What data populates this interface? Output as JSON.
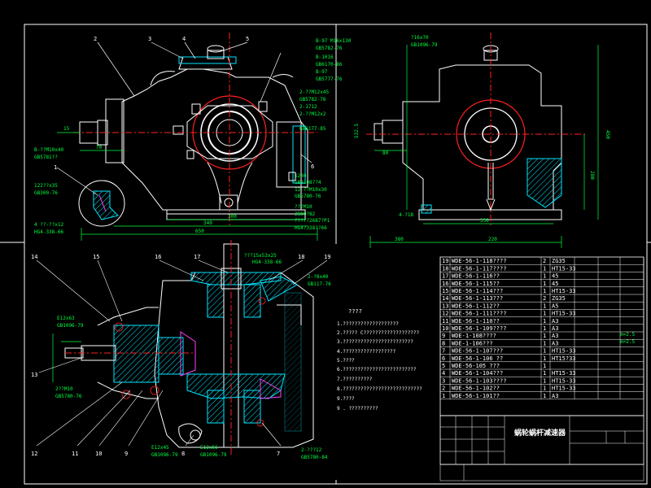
{
  "views": {
    "front": {
      "balloons": [
        "2",
        "3",
        "4",
        "5",
        "6",
        "1"
      ],
      "annotations_right": [
        "B-97 M16x130",
        "GB5782-76",
        "B-1016",
        "GB6170-86",
        "B-97",
        "GB5777-76",
        "2-??M12x45",
        "GB5782-76",
        "2-1712",
        "2-??M12x2",
        "GB6177-85"
      ],
      "annotations_lower": [
        "1230",
        "GB1108??4",
        "12-??M10x30",
        "GB5780-76",
        "???M10",
        "2800?82",
        "?????2687?P1",
        "HG4?338??66"
      ],
      "annotations_left": [
        "B-??M10x40",
        "GB5781??",
        "122??x35",
        "GB300-76",
        "4 ??-??x12",
        "HG4-338-66"
      ],
      "dims": {
        "d1": "70",
        "d2": "15",
        "d3": "300",
        "d4": "340",
        "d5": "650"
      }
    },
    "side": {
      "notes": [
        "?16x70",
        "GB1096-79"
      ],
      "dims": {
        "left": "532.5",
        "base": "80",
        "bolt": "4-?18",
        "w1": "330",
        "w2": "380",
        "w3": "220",
        "h1": "450",
        "h2": "280"
      }
    },
    "section": {
      "balloons_top": [
        "14",
        "15",
        "16",
        "17",
        "18",
        "19"
      ],
      "balloons_bottom": [
        "12",
        "11",
        "10",
        "9",
        "8",
        "7"
      ],
      "balloon_left": "13",
      "notes": [
        "???15x53x25",
        "HG4-338-66",
        "2-?8x40",
        "GB117-76",
        "E12x63",
        "GB1096-79",
        "2??M10",
        "GB5780-76",
        "E12x45",
        "GB1096-79",
        "E12x56",
        "GB1096-79",
        "2-???12",
        "GB5780-84"
      ]
    }
  },
  "requirements": {
    "title": "????",
    "items": [
      "1.???????????????????",
      "2.????? C???????????????????",
      "3.????????????????????????",
      "4.??????????????????",
      "5.????",
      "6.?????????????????????????",
      "7.??????????",
      "8.???????????????????????????",
      "9.????",
      "9 . ??????????"
    ]
  },
  "bom": {
    "rows": [
      {
        "no": "19",
        "code": "WDE-56-1-118????",
        "qty": "2",
        "mat": "ZG35"
      },
      {
        "no": "18",
        "code": "WDE-56-1-117????",
        "qty": "1",
        "mat": "HT15-33"
      },
      {
        "no": "17",
        "code": "WDE-56-1-116??",
        "qty": "1",
        "mat": "45"
      },
      {
        "no": "16",
        "code": "WDE-56-1-115??",
        "qty": "1",
        "mat": "45"
      },
      {
        "no": "15",
        "code": "WDE-56-1-114???",
        "qty": "1",
        "mat": "HT15-33"
      },
      {
        "no": "14",
        "code": "WDE-56-1-113???",
        "qty": "2",
        "mat": "ZG35"
      },
      {
        "no": "13",
        "code": "WDE-56-1-112??",
        "qty": "1",
        "mat": "A5"
      },
      {
        "no": "12",
        "code": "WDE-56-1-111????",
        "qty": "1",
        "mat": "HT15-33"
      },
      {
        "no": "11",
        "code": "WDE-56-1-110??",
        "qty": "1",
        "mat": "A3"
      },
      {
        "no": "10",
        "code": "WDE-56-1-109????",
        "qty": "1",
        "mat": "A3"
      },
      {
        "no": "9",
        "code": "WDE-1-108????",
        "qty": "1",
        "mat": "A3"
      },
      {
        "no": "8",
        "code": "WDE-1-106???",
        "qty": "1",
        "mat": "A3"
      },
      {
        "no": "7",
        "code": "WDE-56-1-107???",
        "qty": "1",
        "mat": "HT15-33"
      },
      {
        "no": "6",
        "code": "WDE-56-1-106 ??",
        "qty": "1",
        "mat": "HT15?33"
      },
      {
        "no": "5",
        "code": "WDE-56-105 ???",
        "qty": "1",
        "mat": ""
      },
      {
        "no": "4",
        "code": "WDE-56-1-104???",
        "qty": "1",
        "mat": "HT15-33"
      },
      {
        "no": "3",
        "code": "WDE-56-1-103????",
        "qty": "1",
        "mat": "HT15-33"
      },
      {
        "no": "2",
        "code": "WDE-56-1-102??",
        "qty": "1",
        "mat": "HT15-33"
      },
      {
        "no": "1",
        "code": "WDE-56-1-101??",
        "qty": "1",
        "mat": "A3"
      }
    ],
    "side_notes": [
      "m=2.5",
      "m=2.5"
    ]
  },
  "title_block": {
    "name": "蜗轮蜗杆减速器"
  }
}
